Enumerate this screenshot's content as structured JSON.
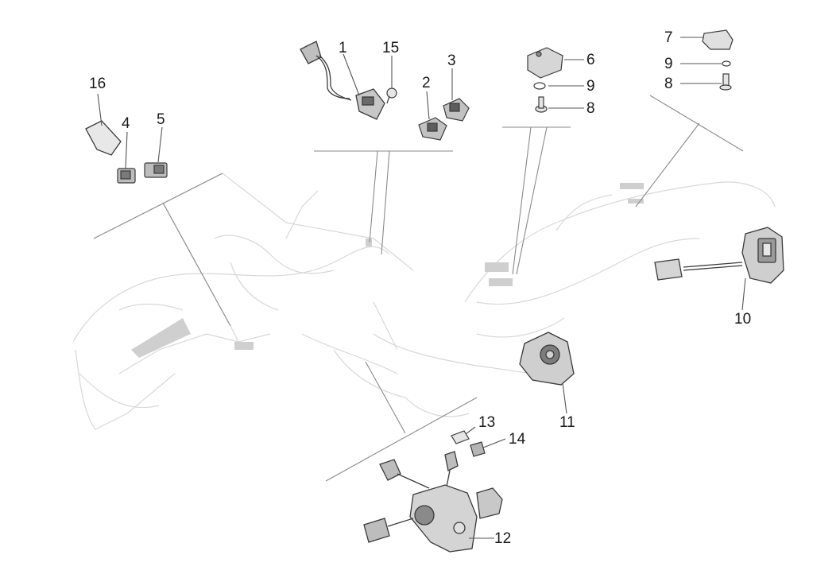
{
  "diagram": {
    "callouts": {
      "c1": "1",
      "c2": "2",
      "c3": "3",
      "c4": "4",
      "c5": "5",
      "c6": "6",
      "c7": "7",
      "c8a": "8",
      "c8b": "8",
      "c9a": "9",
      "c9b": "9",
      "c10": "10",
      "c11": "11",
      "c12": "12",
      "c13": "13",
      "c14": "14",
      "c15": "15",
      "c16": "16"
    },
    "colors": {
      "ghost_lines": "#dcdcdc",
      "part_stroke": "#3a3a3a",
      "part_fill": "#d9d9d9",
      "leader": "#555555",
      "text": "#1a1a1a"
    }
  }
}
